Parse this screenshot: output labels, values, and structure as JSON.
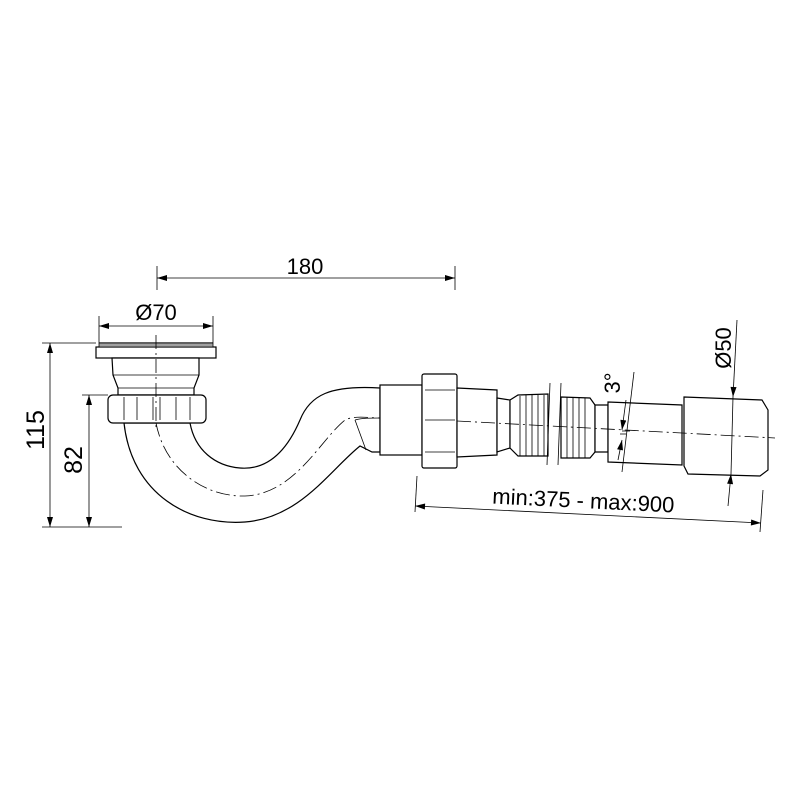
{
  "title": "Shower tray trap technical drawing",
  "dimensions": {
    "width_180": "180",
    "flange_diameter": "Ø70",
    "height_115": "115",
    "height_82": "82",
    "angle": "3°",
    "outlet_diameter": "Ø50",
    "length_range": "min:375 - max:900"
  }
}
